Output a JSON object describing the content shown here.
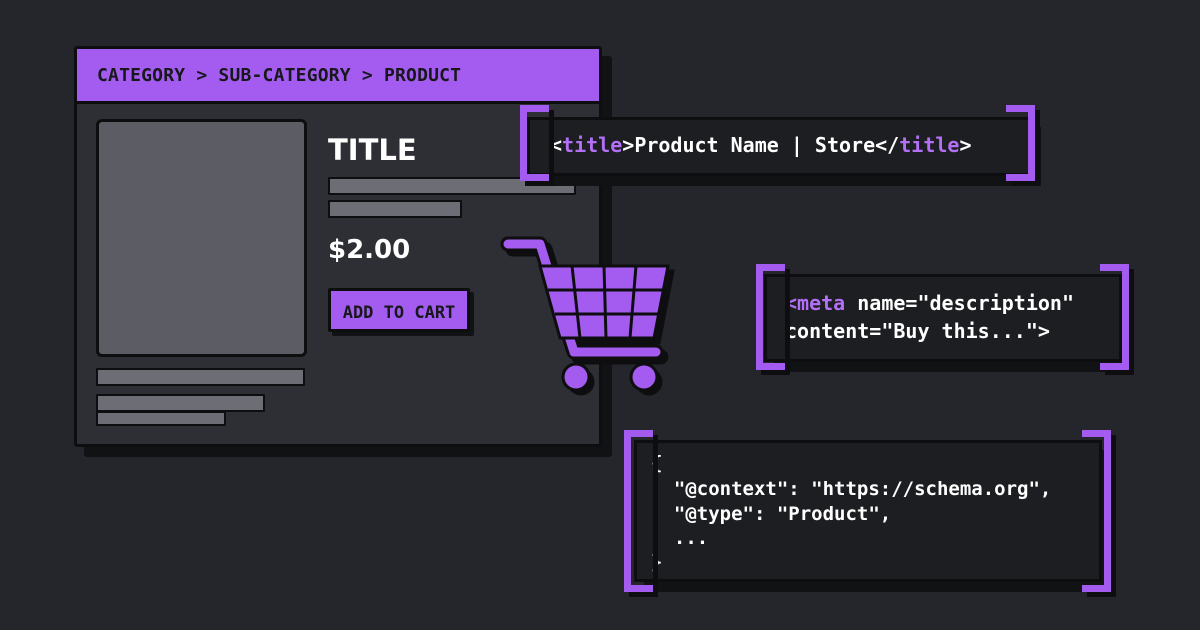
{
  "product_page": {
    "breadcrumb": "CATEGORY > SUB-CATEGORY > PRODUCT",
    "title": "TITLE",
    "price": "$2.00",
    "add_to_cart": "ADD TO CART"
  },
  "title_tag": {
    "open_lt": "<",
    "tag_name": "title",
    "open_gt": ">",
    "content": "Product Name | Store",
    "close_lt": "</",
    "close_name": "title",
    "close_gt": ">"
  },
  "meta_tag": {
    "line1_tag": "<meta",
    "line1_rest": " name=\"description\"",
    "line2": "content=\"Buy this...\">"
  },
  "schema_json": {
    "lines": [
      "{",
      "  \"@context\": \"https://schema.org\",",
      "  \"@type\": \"Product\",",
      "  ...",
      "}"
    ]
  },
  "colors": {
    "background": "#25262b",
    "accent": "#a45cf0",
    "panel": "#2e2f34",
    "code_background": "#1d1e22",
    "placeholder": "#5c5d64"
  },
  "icons": [
    "shopping-cart-icon"
  ]
}
